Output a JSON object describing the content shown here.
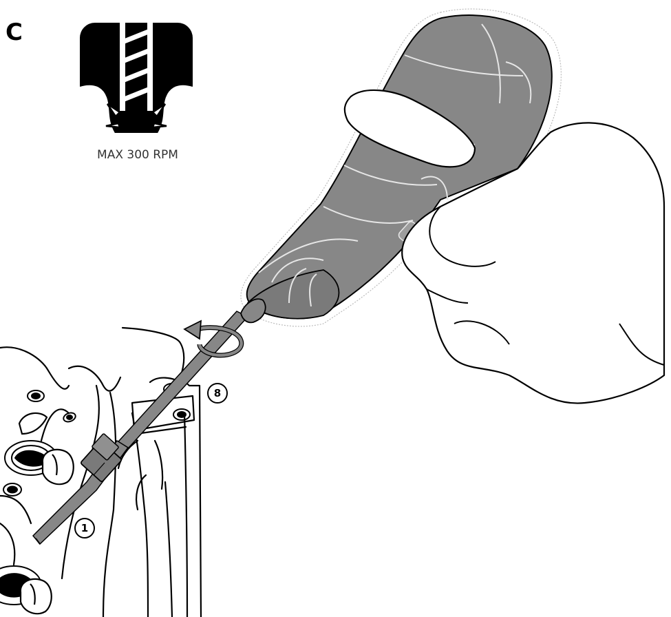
{
  "step": {
    "letter": "C"
  },
  "speed_icon": {
    "label": "MAX 300 RPM",
    "icon": "drill-bit-in-hole-icon"
  },
  "callouts": [
    {
      "number": "8"
    },
    {
      "number": "1"
    }
  ],
  "colors": {
    "drill_body": "#878787",
    "outline": "#000000",
    "background": "#ffffff",
    "icon_fill": "#000000"
  }
}
